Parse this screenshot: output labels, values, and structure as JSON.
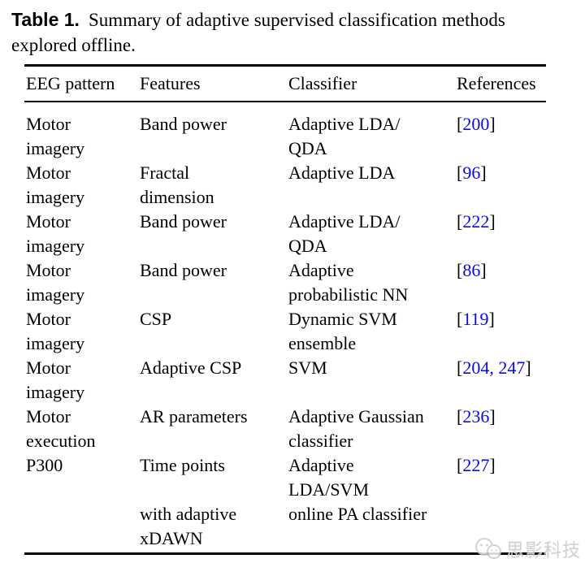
{
  "colors": {
    "text_black": "#000000",
    "link_blue": "#0a0ae6",
    "watermark_gray": "#c9c9c9"
  },
  "caption": {
    "label": "Table 1.",
    "line1": "Summary of adaptive supervised classification methods",
    "line2": "explored offline."
  },
  "table": {
    "columns": [
      "EEG pattern",
      "Features",
      "Classifier",
      "References"
    ],
    "rows": [
      {
        "eeg_pattern": [
          "Motor",
          "imagery"
        ],
        "features": [
          "Band power"
        ],
        "classifier": [
          "Adaptive LDA/",
          "QDA"
        ],
        "references": [
          {
            "text": "[",
            "link": false
          },
          {
            "text": "200",
            "link": true
          },
          {
            "text": "]",
            "link": false
          }
        ]
      },
      {
        "eeg_pattern": [
          "Motor",
          "imagery"
        ],
        "features": [
          "Fractal",
          "dimension"
        ],
        "classifier": [
          "Adaptive LDA"
        ],
        "references": [
          {
            "text": "[",
            "link": false
          },
          {
            "text": "96",
            "link": true
          },
          {
            "text": "]",
            "link": false
          }
        ]
      },
      {
        "eeg_pattern": [
          "Motor",
          "imagery"
        ],
        "features": [
          "Band power"
        ],
        "classifier": [
          "Adaptive LDA/",
          "QDA"
        ],
        "references": [
          {
            "text": "[",
            "link": false
          },
          {
            "text": "222",
            "link": true
          },
          {
            "text": "]",
            "link": false
          }
        ]
      },
      {
        "eeg_pattern": [
          "Motor",
          "imagery"
        ],
        "features": [
          "Band power"
        ],
        "classifier": [
          "Adaptive",
          "probabilistic NN"
        ],
        "references": [
          {
            "text": "[",
            "link": false
          },
          {
            "text": "86",
            "link": true
          },
          {
            "text": "]",
            "link": false
          }
        ]
      },
      {
        "eeg_pattern": [
          "Motor",
          "imagery"
        ],
        "features": [
          "CSP"
        ],
        "classifier": [
          "Dynamic SVM",
          "ensemble"
        ],
        "references": [
          {
            "text": "[",
            "link": false
          },
          {
            "text": "119",
            "link": true
          },
          {
            "text": "]",
            "link": false
          }
        ]
      },
      {
        "eeg_pattern": [
          "Motor",
          "imagery"
        ],
        "features": [
          "Adaptive CSP"
        ],
        "classifier": [
          "SVM"
        ],
        "references": [
          {
            "text": "[",
            "link": false
          },
          {
            "text": "204, 247",
            "link": true
          },
          {
            "text": "]",
            "link": false
          }
        ]
      },
      {
        "eeg_pattern": [
          "Motor",
          "execution"
        ],
        "features": [
          "AR parameters"
        ],
        "classifier": [
          "Adaptive Gaussian",
          "classifier"
        ],
        "references": [
          {
            "text": "[",
            "link": false
          },
          {
            "text": "236",
            "link": true
          },
          {
            "text": "]",
            "link": false
          }
        ]
      },
      {
        "eeg_pattern": [
          "P300"
        ],
        "features": [
          "Time points",
          "",
          "with adaptive",
          "xDAWN"
        ],
        "classifier": [
          "Adaptive",
          "LDA/SVM",
          "online PA classifier"
        ],
        "references": [
          {
            "text": "[",
            "link": false
          },
          {
            "text": "227",
            "link": true
          },
          {
            "text": "]",
            "link": false
          }
        ]
      }
    ]
  },
  "watermark": {
    "text": "思影科技"
  }
}
